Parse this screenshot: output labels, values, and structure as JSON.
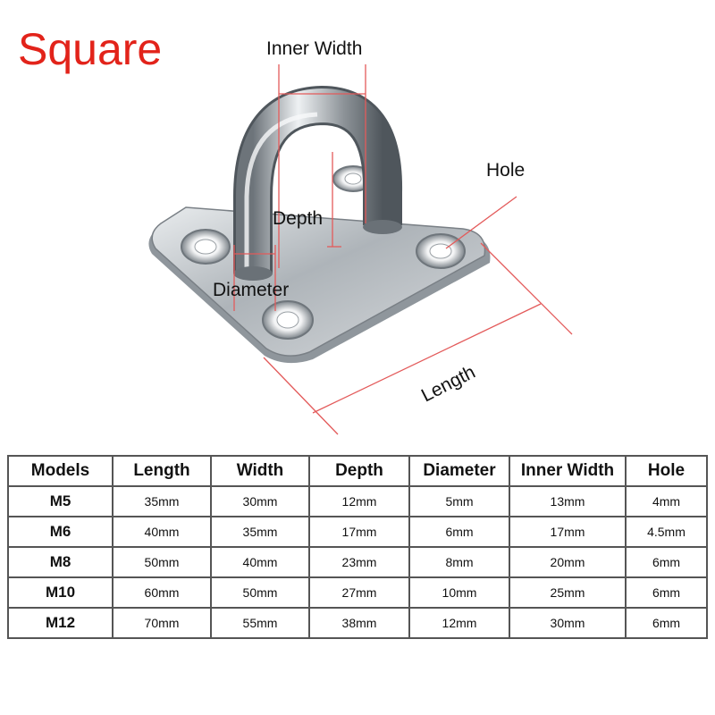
{
  "title": "Square",
  "diagram": {
    "labels": {
      "inner_width": "Inner Width",
      "hole": "Hole",
      "depth": "Depth",
      "diameter": "Diameter",
      "length": "Length"
    }
  },
  "table": {
    "headers": [
      "Models",
      "Length",
      "Width",
      "Depth",
      "Diameter",
      "Inner Width",
      "Hole"
    ],
    "rows": [
      [
        "M5",
        "35mm",
        "30mm",
        "12mm",
        "5mm",
        "13mm",
        "4mm"
      ],
      [
        "M6",
        "40mm",
        "35mm",
        "17mm",
        "6mm",
        "17mm",
        "4.5mm"
      ],
      [
        "M8",
        "50mm",
        "40mm",
        "23mm",
        "8mm",
        "20mm",
        "6mm"
      ],
      [
        "M10",
        "60mm",
        "50mm",
        "27mm",
        "10mm",
        "25mm",
        "6mm"
      ],
      [
        "M12",
        "70mm",
        "55mm",
        "38mm",
        "12mm",
        "30mm",
        "6mm"
      ]
    ]
  }
}
